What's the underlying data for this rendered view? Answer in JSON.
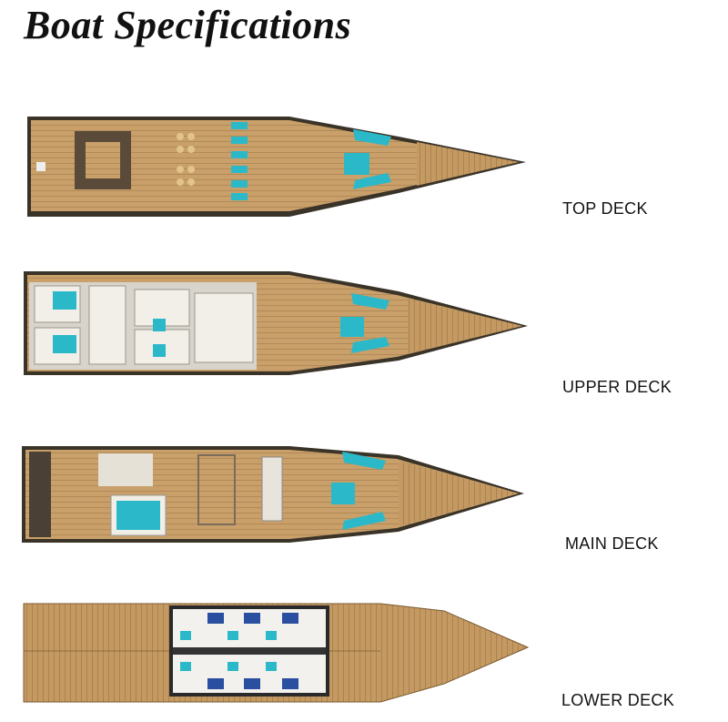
{
  "title": "Boat Specifications",
  "decks": [
    {
      "label": "TOP DECK"
    },
    {
      "label": "UPPER DECK"
    },
    {
      "label": "MAIN DECK"
    },
    {
      "label": "LOWER DECK"
    }
  ],
  "colors": {
    "wood": "#c9a06a",
    "wood_dark": "#9c7445",
    "turquoise": "#2bb9c9",
    "hull": "#3a3328",
    "wall": "#d8d4cc"
  }
}
